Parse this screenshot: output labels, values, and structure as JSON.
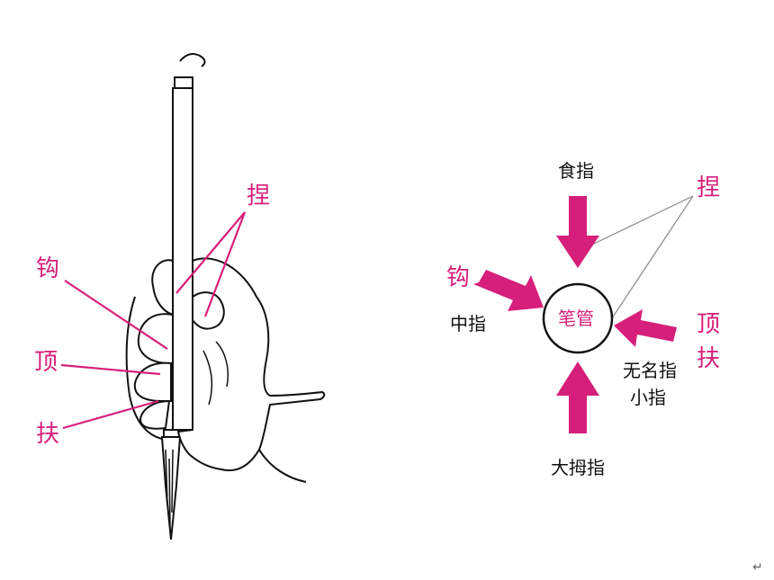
{
  "colors": {
    "accent": "#d61f7a",
    "ink": "#111111",
    "paper": "#ffffff",
    "thin_line": "#888888"
  },
  "left_figure": {
    "labels": {
      "nie": "捏",
      "gou": "钩",
      "ding": "顶",
      "fu": "扶"
    }
  },
  "right_figure": {
    "center": "笔管",
    "fingers": {
      "index": "食指",
      "middle": "中指",
      "ring": "无名指",
      "little": "小指",
      "thumb": "大拇指"
    },
    "actions": {
      "nie": "捏",
      "gou": "钩",
      "ding": "顶",
      "fu": "扶"
    }
  },
  "corner_mark": "↵"
}
